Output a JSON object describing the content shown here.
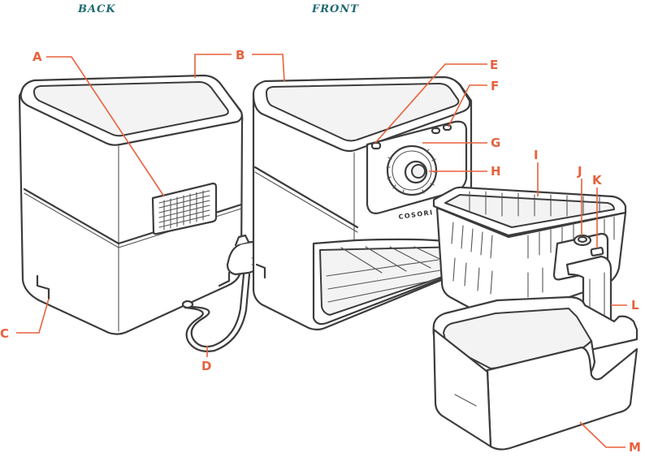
{
  "views": {
    "back": "BACK",
    "front": "FRONT"
  },
  "brand": "COSORI",
  "callouts": {
    "A": "A",
    "B": "B",
    "C": "C",
    "D": "D",
    "E": "E",
    "F": "F",
    "G": "G",
    "H": "H",
    "I": "I",
    "J": "J",
    "K": "K",
    "L": "L",
    "M": "M"
  },
  "colors": {
    "callout": "#e8613c",
    "view_title": "#1f6a72",
    "outline": "#3c3c3c"
  }
}
